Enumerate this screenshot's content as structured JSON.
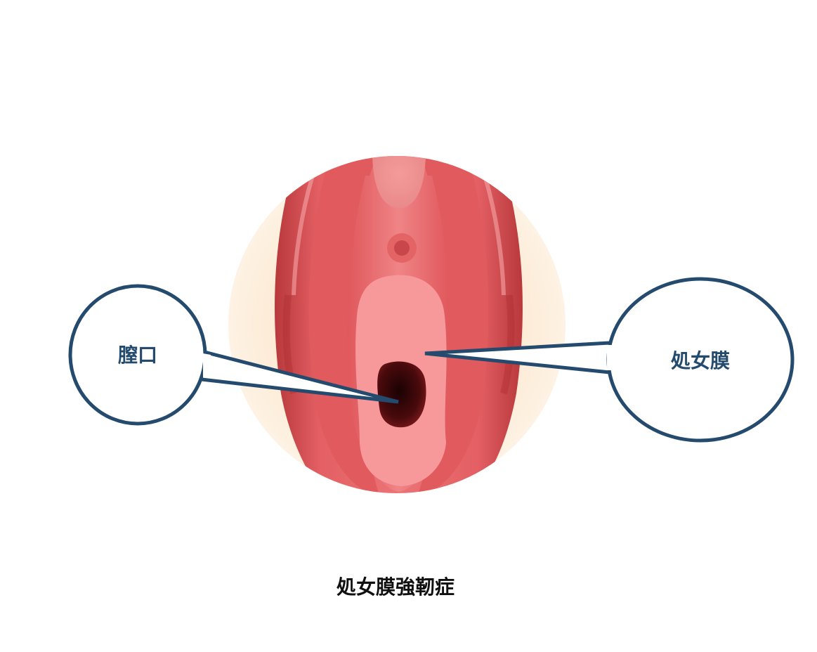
{
  "labels": {
    "left": "膣口",
    "right": "処女膜"
  },
  "caption": "処女膜強靭症",
  "colors": {
    "callout_stroke": "#244b6e",
    "label_text": "#244b6e",
    "caption_text": "#111111",
    "halo": "#fbe9d6",
    "tissue_outer": "#e8676a",
    "tissue_inner": "#f08e8e",
    "hymen": "#f79a99",
    "opening": "#3a0608"
  }
}
